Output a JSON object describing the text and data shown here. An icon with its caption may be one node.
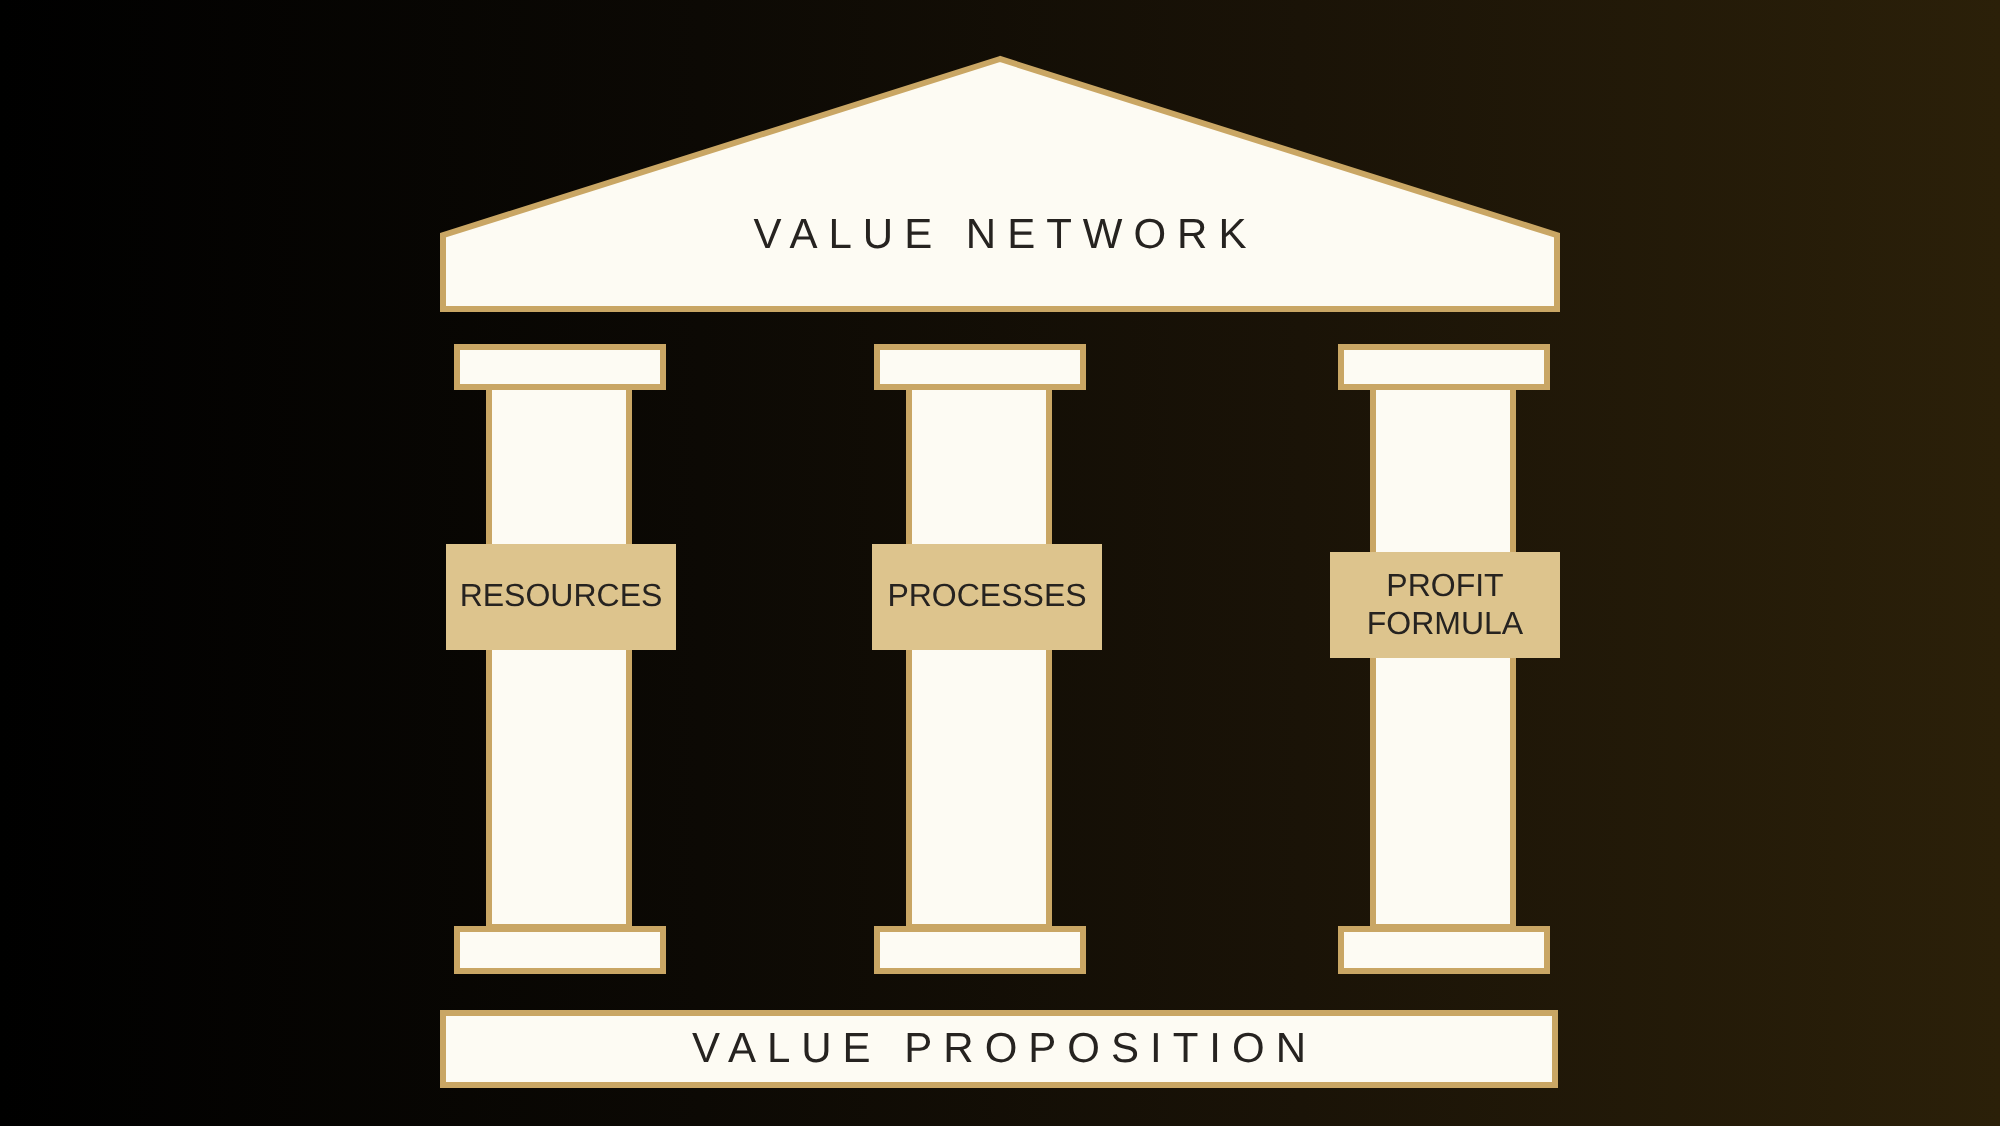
{
  "diagram": {
    "nodes": [
      {
        "text": [
          "VALUE NETWORK"
        ]
      },
      {
        "text": [
          "RESOURCES"
        ]
      },
      {
        "text": [
          "PROCESSES"
        ]
      },
      {
        "text": [
          "PROFIT FORMULA"
        ]
      },
      {
        "text": [
          "VALUE PROPOSITION"
        ]
      }
    ]
  }
}
